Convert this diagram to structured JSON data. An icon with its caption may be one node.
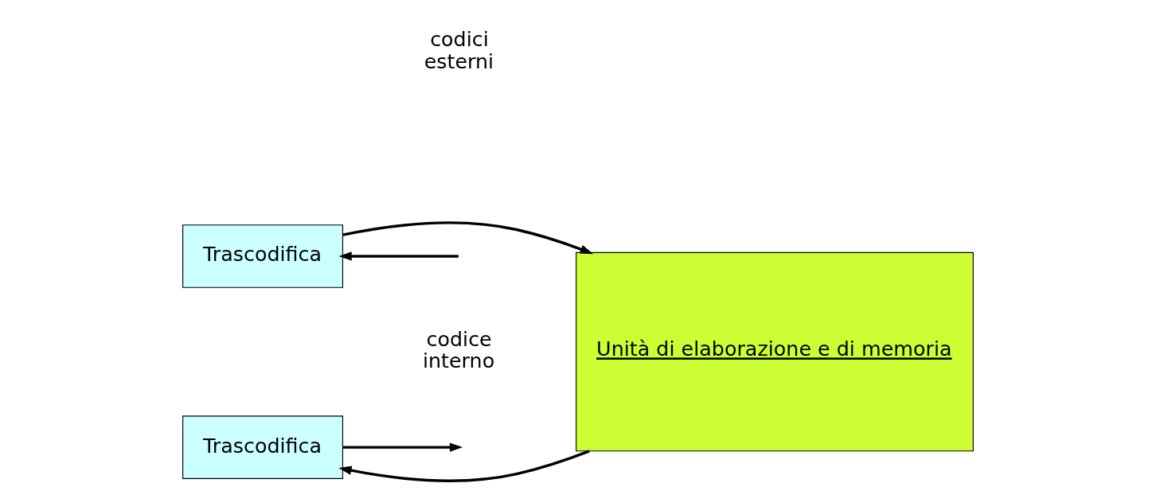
{
  "diagram": {
    "nodes": [
      {
        "text": [
          "Trascodifica"
        ]
      },
      {
        "text": [
          "Trascodifica"
        ]
      },
      {
        "text": [
          "Unità di elaborazione e di memoria"
        ]
      }
    ],
    "edges": [
      {
        "from": null,
        "to": 0,
        "arrow": "to"
      },
      {
        "from": 0,
        "to": 2,
        "arrow": "to"
      },
      {
        "from": 2,
        "to": 1,
        "arrow": "to"
      },
      {
        "from": 1,
        "to": null,
        "arrow": "to"
      }
    ],
    "labels": [
      "codici esterni",
      "codice interno"
    ]
  }
}
